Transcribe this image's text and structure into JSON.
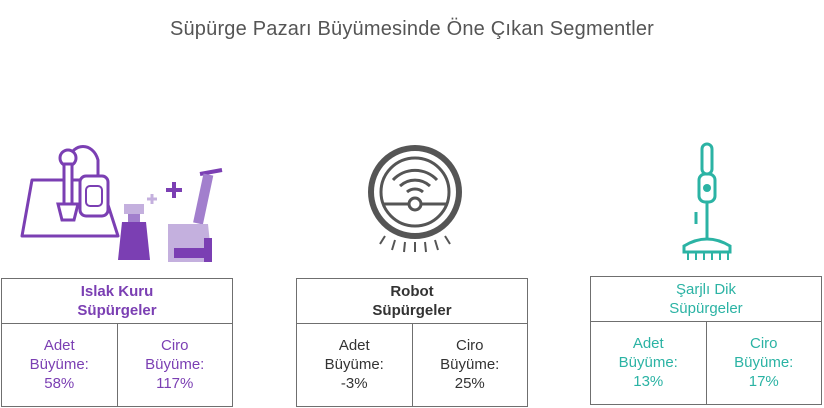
{
  "title": "Süpürge Pazarı Büyümesinde Öne Çıkan Segmentler",
  "colors": {
    "purple": "#7b3fb3",
    "dark": "#333333",
    "teal": "#2bb3a4",
    "border": "#6f6f6f"
  },
  "segments": [
    {
      "icon": "wet-dry-vacuum-icon",
      "name_line1": "Islak Kuru",
      "name_line2": "Süpürgeler",
      "stats": [
        {
          "line1": "Adet",
          "line2": "Büyüme:",
          "value": "58%"
        },
        {
          "line1": "Ciro",
          "line2": "Büyüme:",
          "value": "117%"
        }
      ]
    },
    {
      "icon": "robot-vacuum-icon",
      "name_line1": "Robot",
      "name_line2": "Süpürgeler",
      "stats": [
        {
          "line1": "Adet",
          "line2": "Büyüme:",
          "value": "-3%"
        },
        {
          "line1": "Ciro",
          "line2": "Büyüme:",
          "value": "25%"
        }
      ]
    },
    {
      "icon": "stick-vacuum-icon",
      "name_line1": "Şarjlı Dik",
      "name_line2": "Süpürgeler",
      "stats": [
        {
          "line1": "Adet",
          "line2": "Büyüme:",
          "value": "13%"
        },
        {
          "line1": "Ciro",
          "line2": "Büyüme:",
          "value": "17%"
        }
      ]
    }
  ]
}
